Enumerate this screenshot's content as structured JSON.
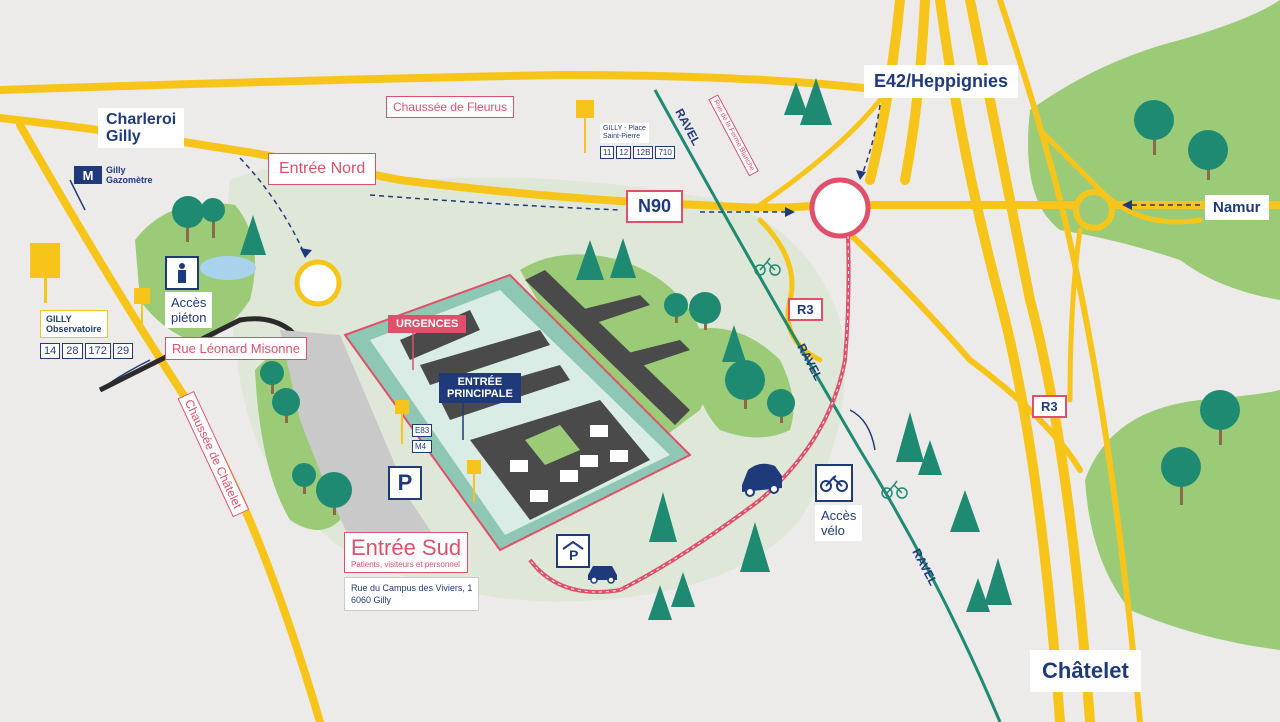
{
  "labels": {
    "chaussee_fleurus": "Chaussée de Fleurus",
    "charleroi": "Charleroi",
    "gilly": "Gilly",
    "gilly_gazometre_1": "Gilly",
    "gilly_gazometre_2": "Gazomètre",
    "entree_nord": "Entrée Nord",
    "n90": "N90",
    "e42": "E42/Heppignies",
    "namur": "Namur",
    "r3_a": "R3",
    "r3_b": "R3",
    "ravel_1": "RAVEL",
    "ravel_2": "RAVEL",
    "ravel_3": "RAVEL",
    "rue_ferme": "Rue de la Ferme Blanche",
    "urgences": "URGENCES",
    "entree_principale_1": "ENTRÉE",
    "entree_principale_2": "PRINCIPALE",
    "acces_pieton_1": "Accès",
    "acces_pieton_2": "piéton",
    "rue_misonne": "Rue Léonard Misonne",
    "chaussee_chatelet": "Chaussée de Châtelet",
    "gilly_observatoire_1": "GILLY",
    "gilly_observatoire_2": "Observatoire",
    "gilly_place_1": "GILLY - Place",
    "gilly_place_2": "Saint-Pierre",
    "entree_sud": "Entrée Sud",
    "entree_sud_sub": "Patients, visiteurs et personnel",
    "address_1": "Rue du Campus des Viviers, 1",
    "address_2": "6060 Gilly",
    "acces_velo_1": "Accès",
    "acces_velo_2": "vélo",
    "chatelet": "Châtelet",
    "parking_letter": "P"
  },
  "bus_observatoire": [
    "14",
    "28",
    "172",
    "29"
  ],
  "bus_place": [
    "11",
    "12",
    "12B",
    "710"
  ],
  "bus_south": [
    "E83",
    "M4"
  ],
  "icons": [
    "metro-icon",
    "pedestrian-icon",
    "bus-stop-icon",
    "parking-icon",
    "covered-parking-icon",
    "bicycle-icon",
    "car-icon",
    "tree-icon"
  ],
  "colors": {
    "road": "#f7c51a",
    "green": "#9ccb78",
    "ravel": "#1e8a72",
    "navy": "#1f3a7a",
    "red_route": "#e0506a",
    "building": "#4a4a4a",
    "campus": "#8ec8b4"
  }
}
